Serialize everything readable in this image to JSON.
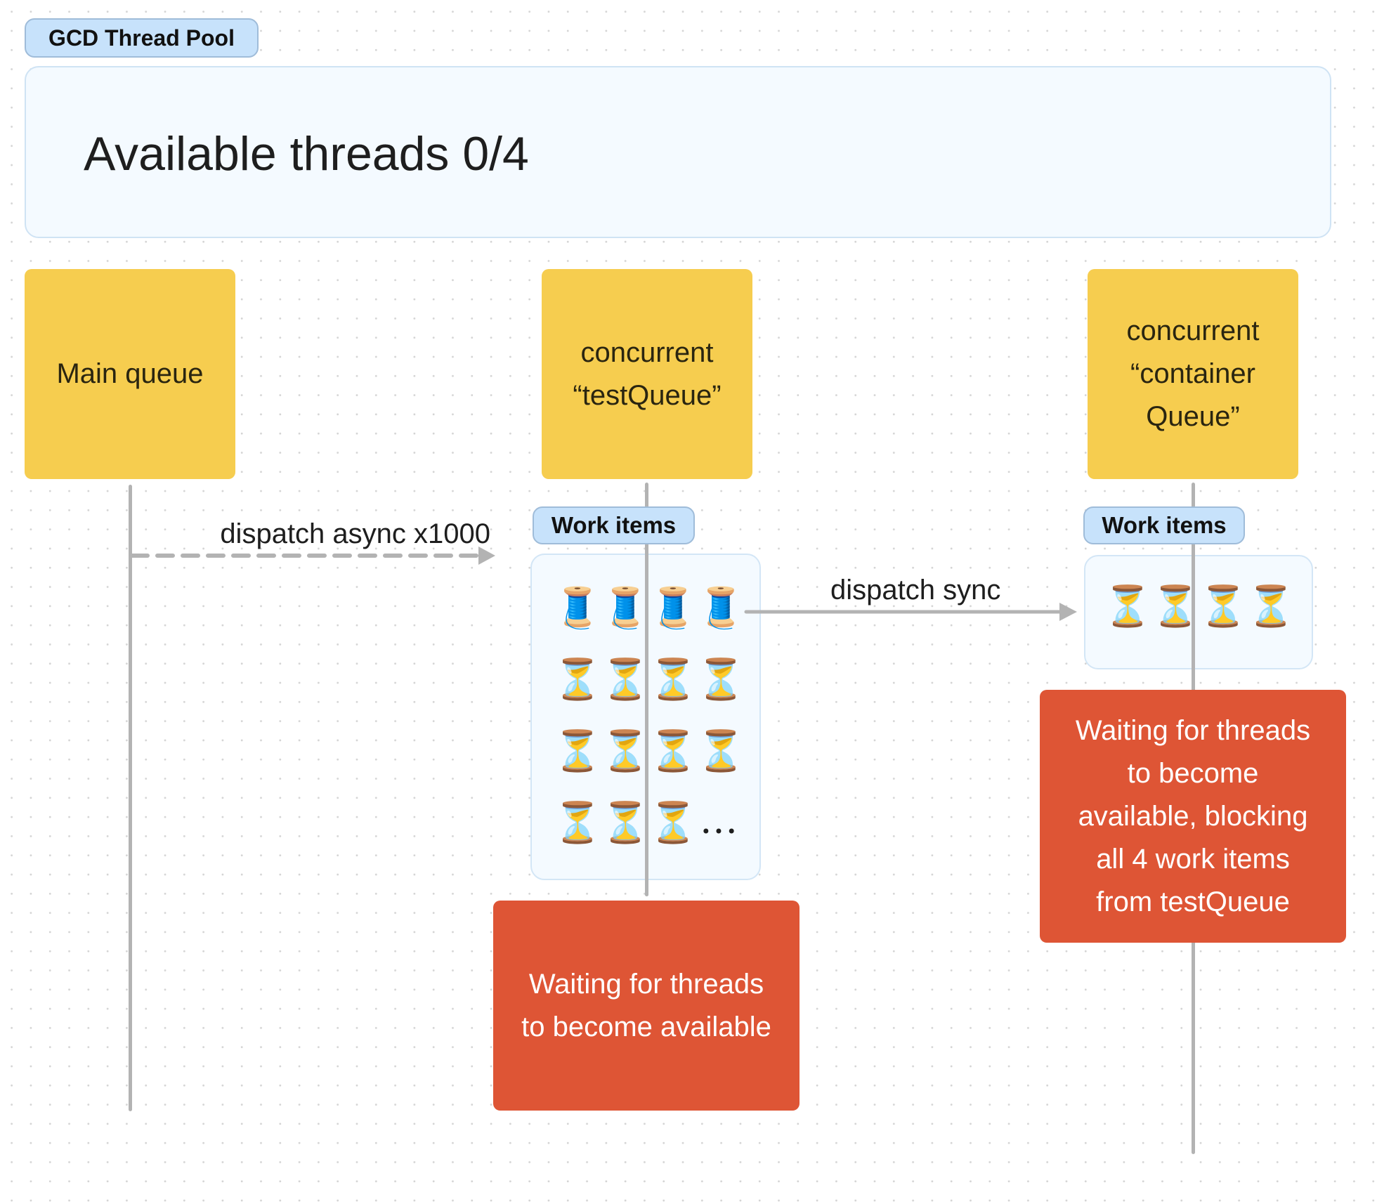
{
  "pool": {
    "tag_label": "GCD Thread Pool",
    "status_text": "Available threads 0/4",
    "available_threads": 0,
    "total_threads": 4
  },
  "queues": [
    {
      "id": "main",
      "lines": [
        "Main queue"
      ]
    },
    {
      "id": "testQueue",
      "lines": [
        "concurrent",
        "“testQueue”"
      ]
    },
    {
      "id": "containerQueue",
      "lines": [
        "concurrent",
        "“container",
        "Queue”"
      ]
    }
  ],
  "arrows": {
    "async_label": "dispatch async x1000",
    "sync_label": "dispatch sync"
  },
  "work_items": {
    "test_queue": {
      "tag_label": "Work items",
      "rows": [
        [
          "thread-spool",
          "thread-spool",
          "thread-spool",
          "thread-spool"
        ],
        [
          "hourglass",
          "hourglass",
          "hourglass",
          "hourglass"
        ],
        [
          "hourglass",
          "hourglass",
          "hourglass",
          "hourglass"
        ],
        [
          "hourglass",
          "hourglass",
          "hourglass",
          "ellipsis"
        ]
      ]
    },
    "container_queue": {
      "tag_label": "Work items",
      "rows": [
        [
          "hourglass",
          "hourglass",
          "hourglass",
          "hourglass"
        ]
      ]
    }
  },
  "icons": {
    "thread-spool": "🧵",
    "hourglass": "⏳",
    "ellipsis": "•••"
  },
  "notes": {
    "test_queue_wait": [
      "Waiting for threads",
      "to become available"
    ],
    "container_queue_wait": [
      "Waiting for threads",
      "to become",
      "available, blocking",
      "all 4 work items",
      "from testQueue"
    ]
  },
  "colors": {
    "queue_fill": "#f6cd4f",
    "warning_fill": "#de5535",
    "tag_fill": "#c7e2fb",
    "connector": "#b3b3b3"
  }
}
